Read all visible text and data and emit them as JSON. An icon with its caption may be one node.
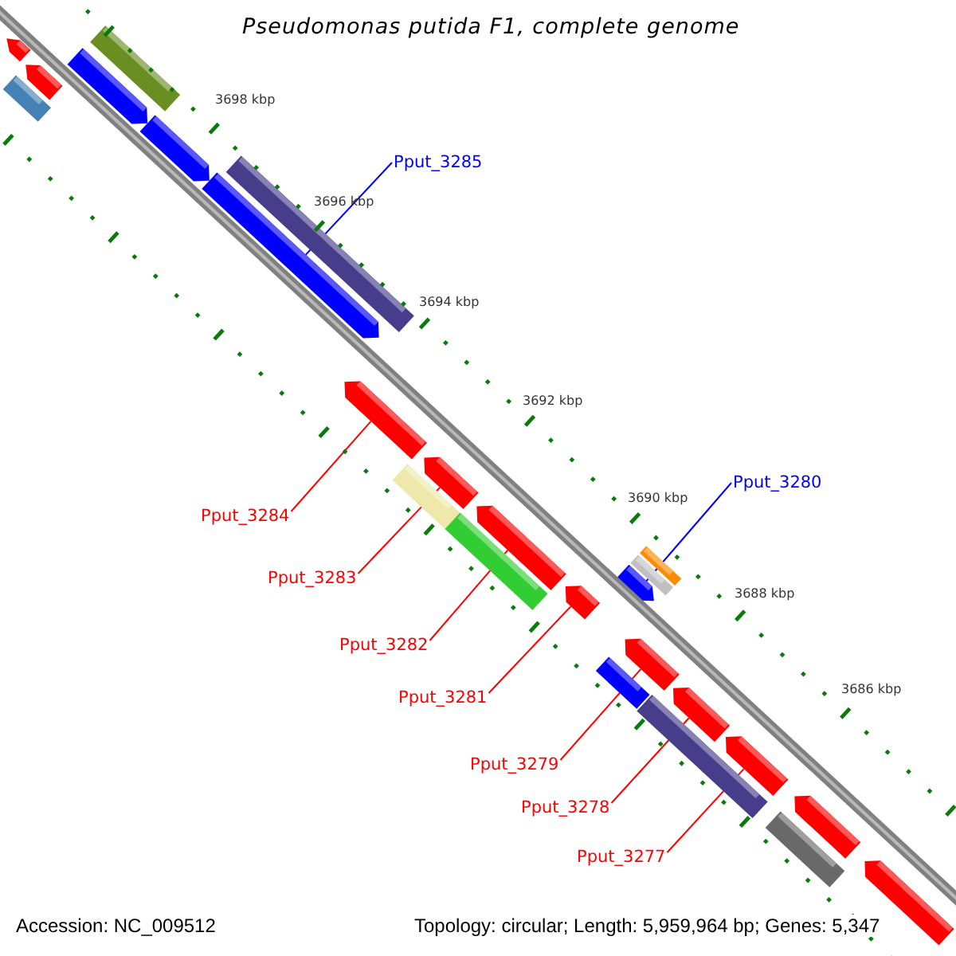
{
  "diagram": {
    "title": "Pseudomonas putida F1, complete genome",
    "nodes": [
      {
        "text": [
          "Pput_3285"
        ]
      },
      {
        "text": [],
        "shape": "bar"
      },
      {
        "text": [
          "Pput_3280"
        ]
      },
      {
        "text": [],
        "shape": "bar"
      },
      {
        "text": [
          "Pput_3284"
        ]
      },
      {
        "text": [],
        "shape": "bar"
      },
      {
        "text": [
          "Pput_3283"
        ]
      },
      {
        "text": [],
        "shape": "bar"
      },
      {
        "text": [
          "Pput_3282"
        ]
      },
      {
        "text": [],
        "shape": "bar"
      },
      {
        "text": [
          "Pput_3281"
        ]
      },
      {
        "text": [],
        "shape": "bar"
      },
      {
        "text": [
          "Pput_3279"
        ]
      },
      {
        "text": [],
        "shape": "bar"
      },
      {
        "text": [
          "Pput_3278"
        ]
      },
      {
        "text": [],
        "shape": "bar"
      },
      {
        "text": [
          "Pput_3277"
        ]
      },
      {
        "text": [],
        "shape": "bar"
      },
      {
        "text": [],
        "shape": "bar"
      },
      {
        "text": [],
        "shape": "bar"
      },
      {
        "text": [],
        "shape": "bar"
      },
      {
        "text": [],
        "shape": "bar"
      },
      {
        "text": [],
        "shape": "bar"
      },
      {
        "text": [],
        "shape": "bar"
      },
      {
        "text": [],
        "shape": "bar"
      },
      {
        "text": [],
        "shape": "bar"
      },
      {
        "text": [],
        "shape": "bar"
      },
      {
        "text": [],
        "shape": "bar"
      },
      {
        "text": [],
        "shape": "bar"
      },
      {
        "text": [],
        "shape": "bar"
      },
      {
        "text": [],
        "shape": "bar"
      },
      {
        "text": [],
        "shape": "bar"
      },
      {
        "text": [],
        "shape": "bar"
      },
      {
        "text": [],
        "shape": "bar"
      }
    ],
    "edges": [
      {
        "from": 0,
        "to": 1,
        "arrow": "none",
        "color": "#0000ff"
      },
      {
        "from": 2,
        "to": 3,
        "arrow": "none",
        "color": "#0000ff"
      },
      {
        "from": 4,
        "to": 5,
        "arrow": "none"
      },
      {
        "from": 6,
        "to": 7,
        "arrow": "none"
      },
      {
        "from": 8,
        "to": 9,
        "arrow": "none"
      },
      {
        "from": 10,
        "to": 11,
        "arrow": "none"
      },
      {
        "from": 12,
        "to": 13,
        "arrow": "none"
      },
      {
        "from": 14,
        "to": 15,
        "arrow": "none"
      },
      {
        "from": 16,
        "to": 17,
        "arrow": "none"
      }
    ],
    "labels": [
      "3698 kbp",
      "3696 kbp",
      "3694 kbp",
      "3692 kbp",
      "3690 kbp",
      "3688 kbp",
      "3686 kbp",
      "Accession: NC_009512",
      "Topology: circular; Length: 5,959,964 bp; Genes: 5,347"
    ]
  }
}
